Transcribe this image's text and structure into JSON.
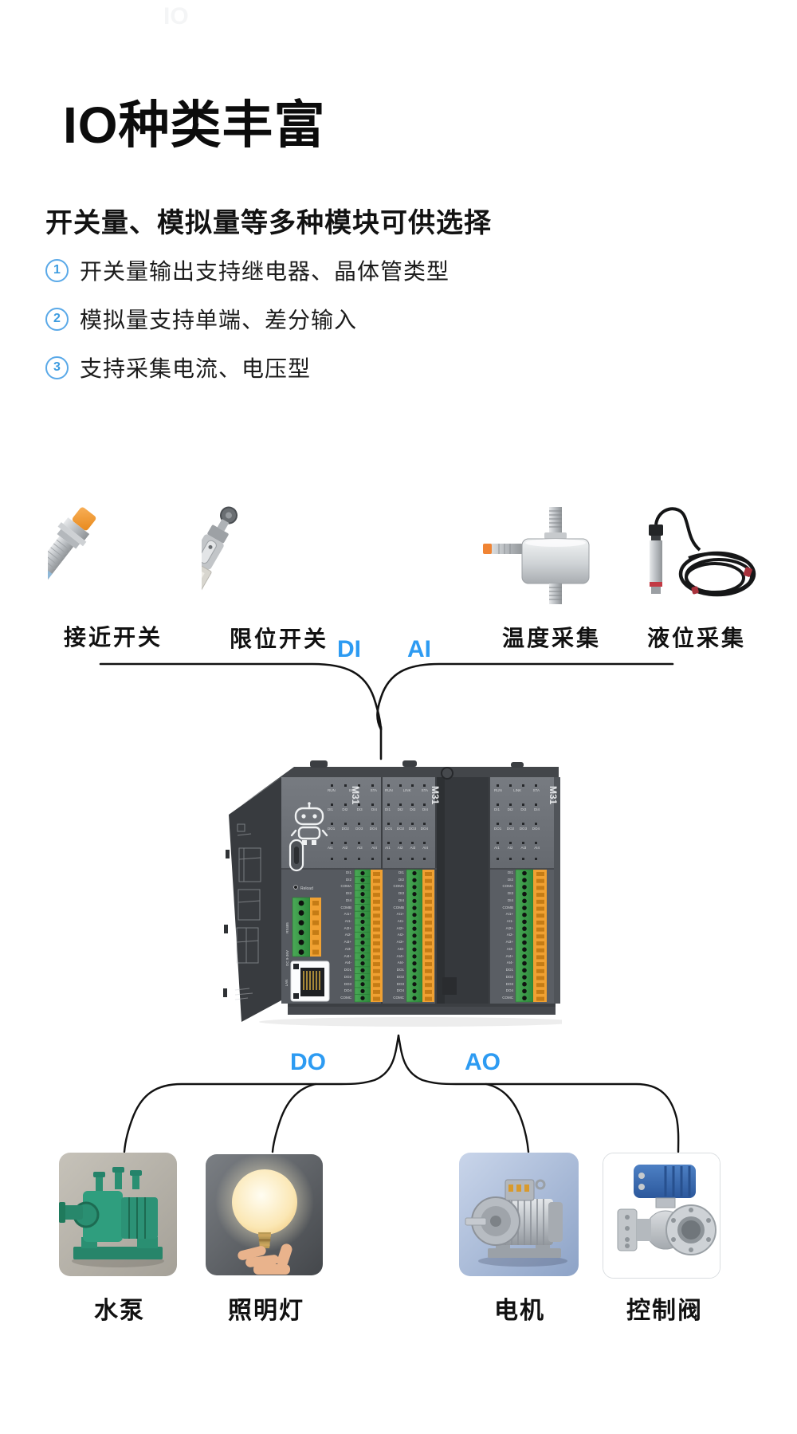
{
  "page": {
    "watermark": "IO",
    "background": "#ffffff",
    "accent_blue": "#2d9bf2",
    "circle_blue": "#5aa9e8"
  },
  "header": {
    "title": "IO种类丰富",
    "subtitle": "开关量、模拟量等多种模块可供选择"
  },
  "features": [
    {
      "num": "1",
      "text": "开关量输出支持继电器、晶体管类型"
    },
    {
      "num": "2",
      "text": "模拟量支持单端、差分输入"
    },
    {
      "num": "3",
      "text": "支持采集电流、电压型"
    }
  ],
  "inputs": {
    "di_label": "DI",
    "ai_label": "AI",
    "sensors": [
      {
        "label": "接近开关"
      },
      {
        "label": "限位开关"
      },
      {
        "label": "温度采集"
      },
      {
        "label": "液位采集"
      }
    ]
  },
  "outputs": {
    "do_label": "DO",
    "ao_label": "AO",
    "devices": [
      {
        "label": "水泵"
      },
      {
        "label": "照明灯"
      },
      {
        "label": "电机"
      },
      {
        "label": "控制阀"
      }
    ]
  },
  "plc": {
    "model": "M31",
    "reload_label": "Reload",
    "rs485_label": "RS485",
    "power_label": "DC 9-36V",
    "lan_label": "LAN",
    "led_rows_cpu": [
      [
        "RUN",
        "BUS",
        "STA"
      ],
      [
        "DI1",
        "DI2",
        "DI3",
        "DI4"
      ],
      [
        "DO1",
        "DO2",
        "DO3",
        "DO4"
      ],
      [
        "AI1",
        "AI2",
        "AI3",
        "AI4"
      ]
    ],
    "led_rows_io": [
      [
        "RUN",
        "LINK",
        "STA"
      ],
      [
        "DI1",
        "DI2",
        "DI3",
        "DI4"
      ],
      [
        "DO1",
        "DO2",
        "DO3",
        "DO4"
      ],
      [
        "AI1",
        "AI2",
        "AI3",
        "AI4"
      ]
    ],
    "terminal_labels": [
      "DI1",
      "DI2",
      "COMA",
      "DI3",
      "DI4",
      "COMB",
      "AI1+",
      "AI1-",
      "AI2+",
      "AI2-",
      "AI3+",
      "AI3-",
      "AI4+",
      "AI4-",
      "DO1",
      "DO2",
      "DO3",
      "DO4",
      "COMC"
    ],
    "colors": {
      "terminal_green": "#3f9b4a",
      "clamp_orange": "#f0a132",
      "panel_gray": "#6e7277",
      "side_dark": "#383b3f"
    }
  }
}
